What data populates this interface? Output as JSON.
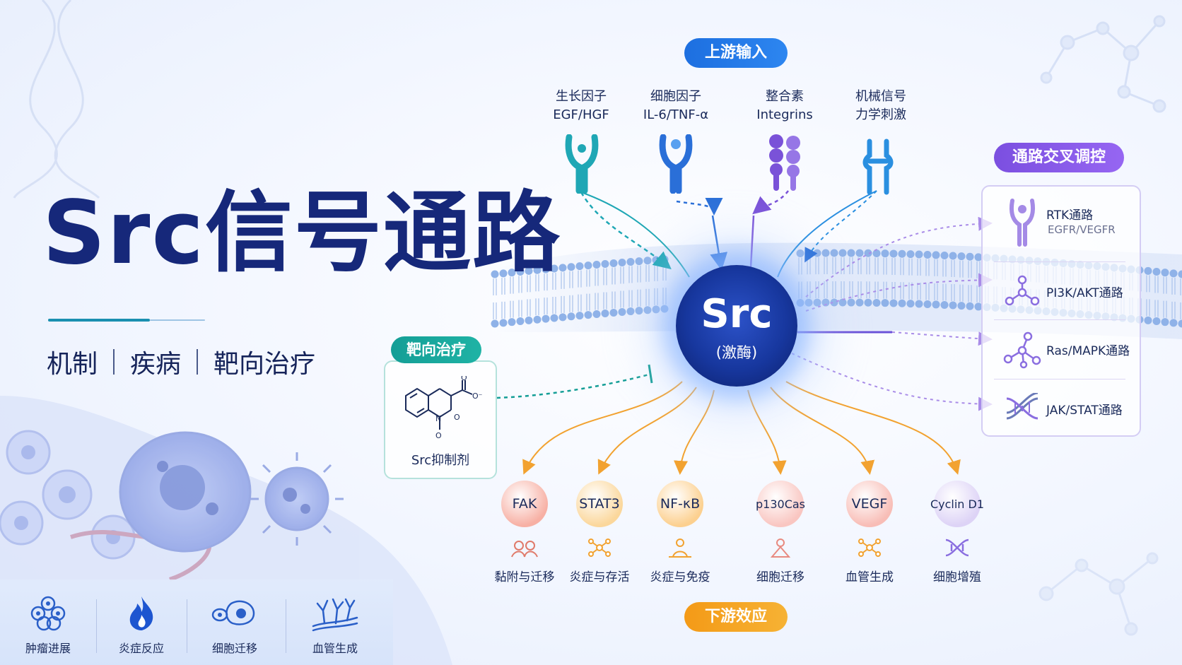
{
  "title": "Src信号通路",
  "subtitle": [
    "机制",
    "疾病",
    "靶向治疗"
  ],
  "colors": {
    "primary_blue": "#16287a",
    "upstream_pill": "#1d6fe0",
    "downstream_pill": "#f49a17",
    "crosstalk_pill": "#7b4fe0",
    "target_pill": "#149e96",
    "membrane": "#8fb2e8"
  },
  "upstream": {
    "pill": "上游输入",
    "inputs": [
      {
        "line1": "生长因子",
        "line2": "EGF/HGF",
        "icon": "receptor-icon",
        "color": "#1fa7b5"
      },
      {
        "line1": "细胞因子",
        "line2": "IL-6/TNF-α",
        "icon": "receptor-icon",
        "color": "#2a6fd8"
      },
      {
        "line1": "整合素",
        "line2": "Integrins",
        "icon": "integrin-icon",
        "color": "#7a52d8"
      },
      {
        "line1": "机械信号",
        "line2": "力学刺激",
        "icon": "mechanosensor-icon",
        "color": "#2a8fe0"
      }
    ]
  },
  "center": {
    "name": "Src",
    "sub": "(激酶)"
  },
  "targeted": {
    "pill": "靶向治疗",
    "label": "Src抑制剂",
    "icon": "molecule-structure-icon"
  },
  "crosstalk": {
    "pill": "通路交叉调控",
    "items": [
      {
        "name": "RTK通路",
        "sub": "EGFR/VEGFR",
        "icon": "receptor-icon"
      },
      {
        "name": "PI3K/AKT通路",
        "icon": "network-icon"
      },
      {
        "name": "Ras/MAPK通路",
        "icon": "network-icon"
      },
      {
        "name": "JAK/STAT通路",
        "icon": "dna-icon"
      }
    ]
  },
  "downstream": {
    "pill": "下游效应",
    "effectors": [
      {
        "name": "FAK",
        "effect": "黏附与迁移",
        "color": "#f7b0a4",
        "icon": "cells-icon"
      },
      {
        "name": "STAT3",
        "effect": "炎症与存活",
        "color": "#fbd79b",
        "icon": "network-icon"
      },
      {
        "name": "NF-κB",
        "effect": "炎症与免疫",
        "color": "#fcd08f",
        "icon": "immune-icon"
      },
      {
        "name": "p130Cas",
        "effect": "细胞迁移",
        "color": "#f9c6c1",
        "icon": "migration-icon"
      },
      {
        "name": "VEGF",
        "effect": "血管生成",
        "color": "#f8bdb6",
        "icon": "network-icon"
      },
      {
        "name": "Cyclin D1",
        "effect": "细胞增殖",
        "color": "#ddd3f6",
        "icon": "dna-icon"
      }
    ]
  },
  "bottom_features": [
    {
      "label": "肿瘤进展",
      "icon": "tumor-icon"
    },
    {
      "label": "炎症反应",
      "icon": "flame-icon"
    },
    {
      "label": "细胞迁移",
      "icon": "cell-migration-icon"
    },
    {
      "label": "血管生成",
      "icon": "vessel-icon"
    }
  ]
}
